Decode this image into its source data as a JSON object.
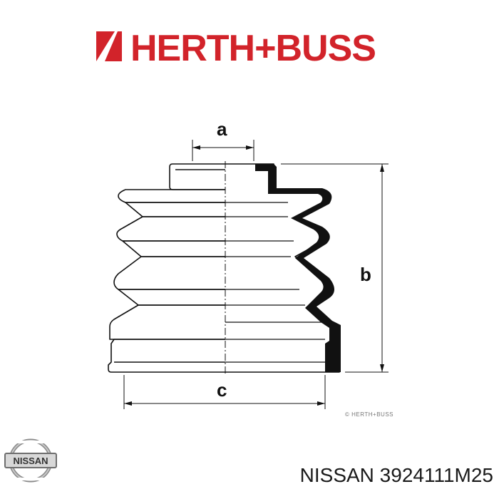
{
  "brand": {
    "logo_text": "HERTH+BUSS",
    "color": "#d2232a"
  },
  "diagram": {
    "labels": {
      "a": "a",
      "b": "b",
      "c": "c"
    },
    "watermark": "HERTH+BUSS"
  },
  "nissan_logo": {
    "text": "NISSAN",
    "icon": "nissan-logo-icon"
  },
  "caption": {
    "make": "NISSAN",
    "part_number": "3924111M25"
  }
}
